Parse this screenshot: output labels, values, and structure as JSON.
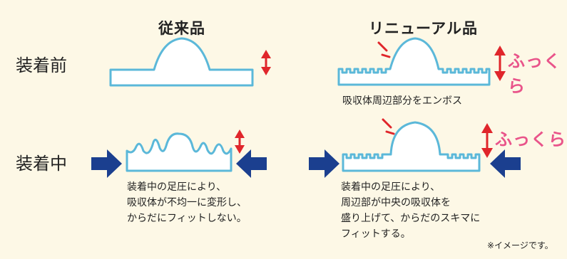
{
  "columns": {
    "conventional": "従来品",
    "renewal": "リニューアル品"
  },
  "rows": {
    "before": "装着前",
    "during": "装着中"
  },
  "emboss_caption": "吸収体周辺部分をエンボス",
  "fukkura": "ふっくら",
  "conventional_note": [
    "装着中の足圧により、",
    "吸収体が不均一に変形し、",
    "からだにフィットしない。"
  ],
  "renewal_note": [
    "装着中の足圧により、",
    "周辺部が中央の吸収体を",
    "盛り上げて、からだのスキマに",
    "フィットする。"
  ],
  "footnote": "※イメージです。",
  "colors": {
    "background": "#fdf8e6",
    "pad_outline": "#5bb8d9",
    "pad_fill": "#ffffff",
    "arrow_red": "#e0262b",
    "arrow_navy": "#1b3f8f",
    "accent_pink": "#e9548a"
  }
}
